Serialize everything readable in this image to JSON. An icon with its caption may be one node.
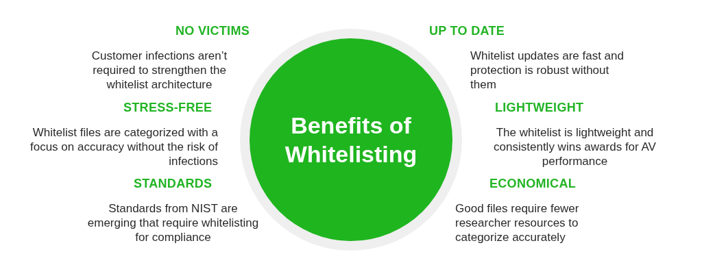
{
  "diagram": {
    "nodes": [
      {
        "text": [
          "Benefits of Whitelisting"
        ]
      }
    ],
    "labels": [
      "NO VICTIMS",
      "Customer infections aren’t required to strengthen the whitelist architecture",
      "UP TO DATE",
      "Whitelist updates are fast and protection is robust without them",
      "STRESS-FREE",
      "Whitelist files are categorized with a focus on accuracy without the risk of infections",
      "LIGHTWEIGHT",
      "The whitelist is lightweight and consistently wins awards for AV performance",
      "STANDARDS",
      "Standards from NIST are emerging that require whitelisting for compliance",
      "ECONOMICAL",
      "Good files require fewer researcher resources to categorize accurately"
    ]
  }
}
